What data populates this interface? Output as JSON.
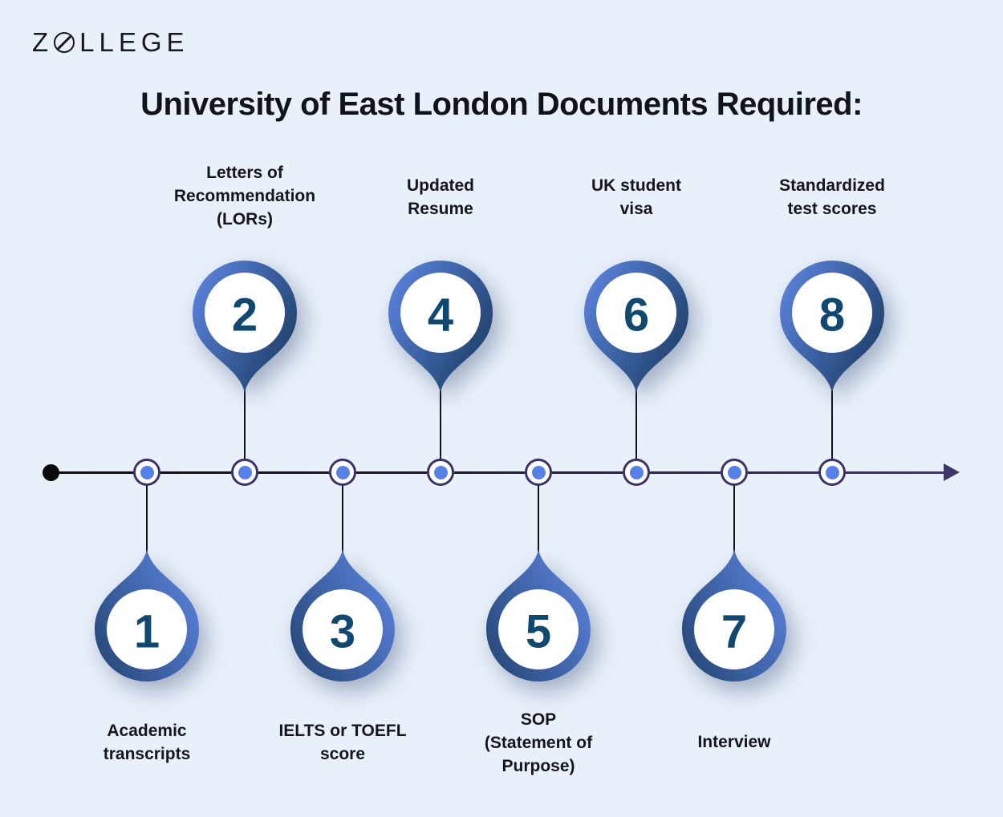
{
  "logo": {
    "pre": "Z",
    "post": "LLEGE"
  },
  "title": "University of East London Documents Required:",
  "timeline": {
    "direction": "left-to-right",
    "items": [
      {
        "number": "1",
        "label": "Academic\ntranscripts",
        "side": "bottom"
      },
      {
        "number": "2",
        "label": "Letters of\nRecommendation\n(LORs)",
        "side": "top"
      },
      {
        "number": "3",
        "label": "IELTS or TOEFL\nscore",
        "side": "bottom"
      },
      {
        "number": "4",
        "label": "Updated\nResume",
        "side": "top"
      },
      {
        "number": "5",
        "label": "SOP\n(Statement of\nPurpose)",
        "side": "bottom"
      },
      {
        "number": "6",
        "label": "UK student\nvisa",
        "side": "top"
      },
      {
        "number": "7",
        "label": "Interview",
        "side": "bottom"
      },
      {
        "number": "8",
        "label": "Standardized\ntest scores",
        "side": "top"
      }
    ]
  },
  "colors": {
    "background": "#e8f0fa",
    "pin_gradient_light": "#5d84e0",
    "pin_gradient_dark_top": "#1c3e66",
    "pin_gradient_dark_bottom": "#27497a",
    "pin_inner_circle": "#ffffff",
    "number_text": "#10486f",
    "node_ring": "#3b3365",
    "node_dot": "#5580e7",
    "axis_line_start": "#0d0d10",
    "axis_line_end": "#3d3869",
    "label_text": "#15161c",
    "title_text": "#10131c"
  }
}
